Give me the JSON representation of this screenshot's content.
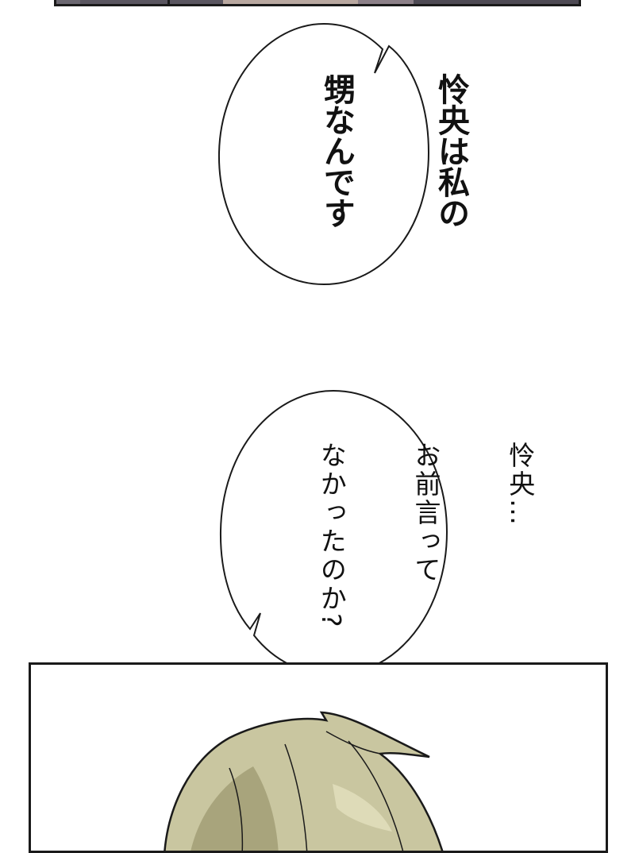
{
  "bubbles": [
    {
      "lines": [
        "怜央は私の",
        "甥なんです"
      ]
    },
    {
      "lines": [
        "怜央…",
        "お前言って",
        "なかったのか?"
      ]
    }
  ],
  "colors": {
    "ink": "#111111",
    "panel_top_fill": "#5a5660",
    "hair_base": "#c9c6a0",
    "hair_shadow": "#a8a47c",
    "hair_highlight": "#dedbb8"
  }
}
